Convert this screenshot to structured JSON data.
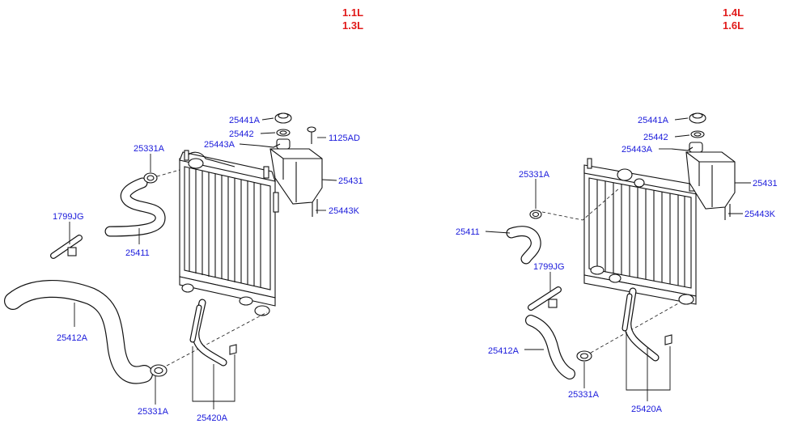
{
  "engines": {
    "left": [
      "1.1L",
      "1.3L"
    ],
    "right": [
      "1.4L",
      "1.6L"
    ]
  },
  "left_labels": {
    "cap": "25441A",
    "gasket": "25442",
    "overflow_hose": "25443A",
    "bolt": "1125AD",
    "clamp_upper": "25331A",
    "reservoir": "25431",
    "bracket": "25443K",
    "clip": "1799JG",
    "upper_hose": "25411",
    "lower_hose": "25412A",
    "clamp_lower": "25331A",
    "hose_assy": "25420A"
  },
  "right_labels": {
    "cap": "25441A",
    "gasket": "25442",
    "overflow_hose": "25443A",
    "clamp_upper": "25331A",
    "reservoir": "25431",
    "bracket": "25443K",
    "upper_hose": "25411",
    "clip": "1799JG",
    "lower_hose": "25412A",
    "clamp_lower": "25331A",
    "hose_assy": "25420A"
  },
  "colors": {
    "label": "#1a1adb",
    "engine": "#e11b1b",
    "line": "#111111"
  }
}
